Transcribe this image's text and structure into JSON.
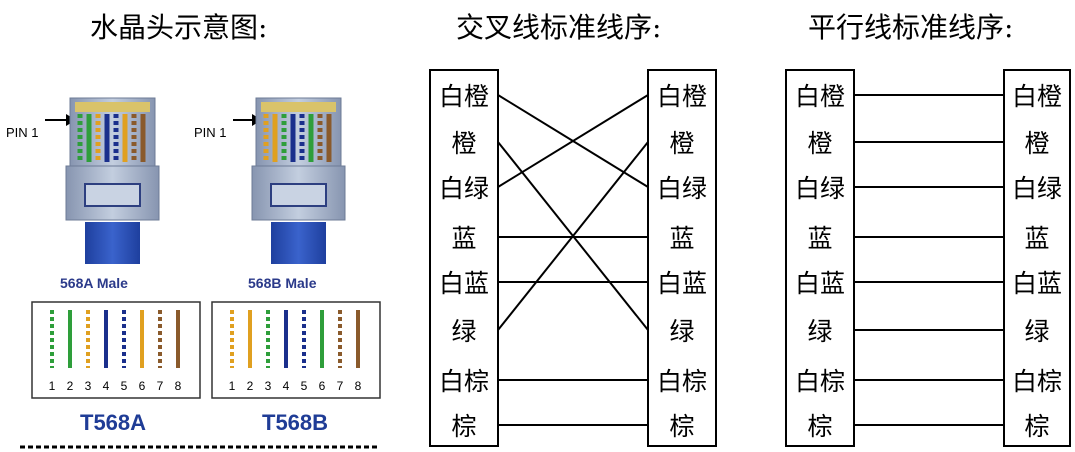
{
  "titles": {
    "connector": "水晶头示意图:",
    "crossover": "交叉线标准线序:",
    "straight": "平行线标准线序:"
  },
  "connector_diagram": {
    "pin_label": "PIN 1",
    "male_a": "568A Male",
    "male_b": "568B Male",
    "std_a": "T568A",
    "std_b": "T568B",
    "pin_numbers": [
      "1",
      "2",
      "3",
      "4",
      "5",
      "6",
      "7",
      "8"
    ],
    "colors": {
      "label_blue": "#2b3a8a",
      "std_blue": "#1f3c96",
      "plug_body": "#9aa8c0",
      "boot": "#2d52b8"
    }
  },
  "crossover": {
    "left": [
      "白橙",
      "橙",
      "白绿",
      "蓝",
      "白蓝",
      "绿",
      "白棕",
      "棕"
    ],
    "right": [
      "白橙",
      "橙",
      "白绿",
      "蓝",
      "白蓝",
      "绿",
      "白棕",
      "棕"
    ]
  },
  "straight": {
    "left": [
      "白橙",
      "橙",
      "白绿",
      "蓝",
      "白蓝",
      "绿",
      "白棕",
      "棕"
    ],
    "right": [
      "白橙",
      "橙",
      "白绿",
      "蓝",
      "白蓝",
      "绿",
      "白棕",
      "棕"
    ]
  }
}
